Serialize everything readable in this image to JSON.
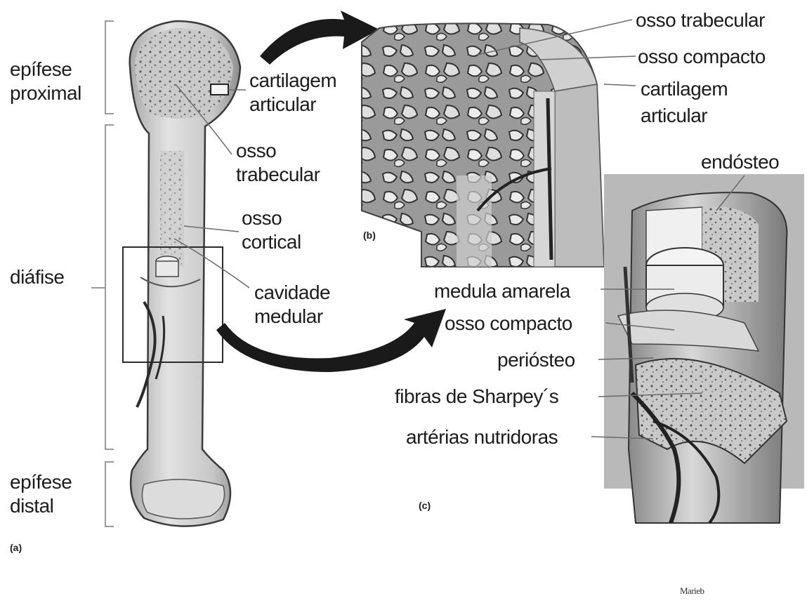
{
  "panel_a": {
    "tag": "(a)",
    "regions": {
      "proximal_epiphysis": [
        "epífese",
        "proximal"
      ],
      "diaphysis": "diáfise",
      "distal_epiphysis": [
        "epífese",
        "distal"
      ]
    },
    "labels": {
      "articular_cartilage": [
        "cartilagem",
        "articular"
      ],
      "trabecular_bone": [
        "osso",
        "trabecular"
      ],
      "cortical_bone": [
        "osso",
        "cortical"
      ],
      "medullary_cavity": [
        "cavidade",
        "medular"
      ]
    }
  },
  "panel_b": {
    "tag": "(b)",
    "labels": {
      "trabecular_bone": "osso trabecular",
      "compact_bone": "osso compacto",
      "articular_cartilage": [
        "cartilagem",
        "articular"
      ]
    }
  },
  "panel_c": {
    "tag": "(c)",
    "labels": {
      "endosteum": "endósteo",
      "yellow_marrow": "medula amarela",
      "compact_bone": "osso compacto",
      "periosteum": "periósteo",
      "sharpey_fibers": "fibras de Sharpey´s",
      "nutrient_arteries": "artérias nutridoras"
    }
  },
  "credit": "Marieb"
}
